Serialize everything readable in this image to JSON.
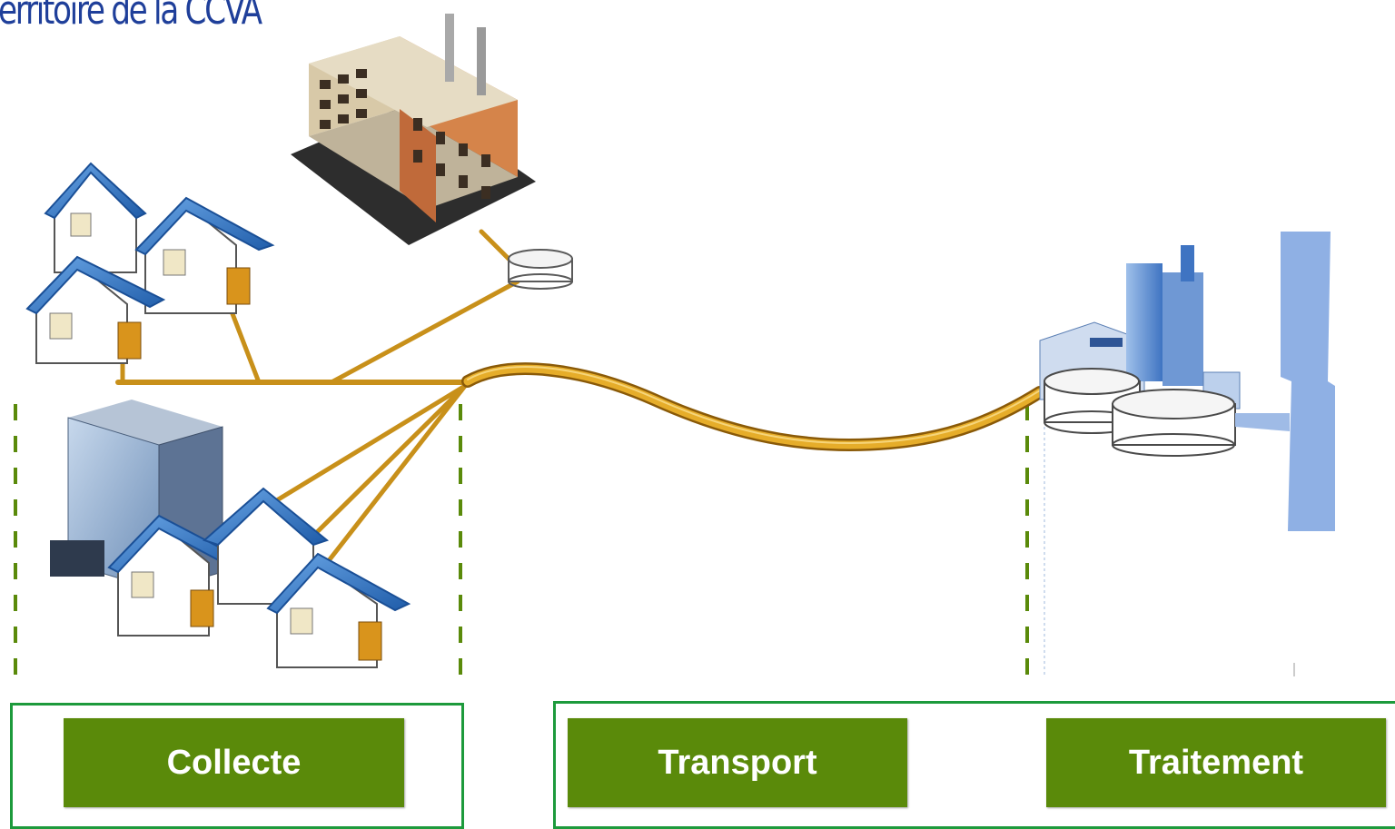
{
  "title": "erritoire de la CCVA",
  "stages": {
    "collecte": "Collecte",
    "transport": "Transport",
    "traitement": "Traitement"
  },
  "colors": {
    "title": "#1f3f9a",
    "stage_fill": "#5a8a0a",
    "frame": "#1d9a3c",
    "dash": "#5a8a0a",
    "pipe": "#d9a020",
    "river": "#8fb0e4",
    "roof": "#2e6fbf"
  }
}
